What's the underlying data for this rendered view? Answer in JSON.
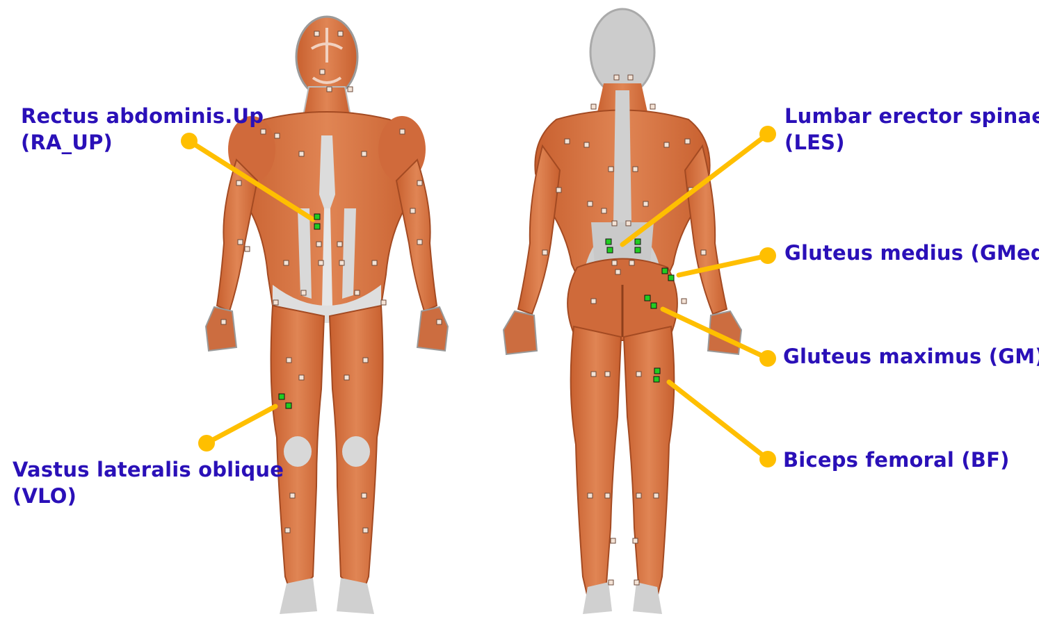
{
  "colors": {
    "label_text": "#2a10b8",
    "leader_line": "#ffbf00",
    "muscle": "#d9774a",
    "muscle_dark": "#b5532c",
    "tendon": "#d6d6d6",
    "electrode_active": "#22cc22",
    "electrode_inactive": "#f4e3d6"
  },
  "labels": {
    "ra_up": {
      "line1": "Rectus abdominis.Up",
      "line2": "(RA_UP)"
    },
    "vlo": {
      "line1": "Vastus lateralis oblique",
      "line2": "(VLO)"
    },
    "les": {
      "line1": "Lumbar erector spinae",
      "line2": "(LES)"
    },
    "gmed": {
      "line1": "Gluteus medius (GMed)"
    },
    "gm": {
      "line1": "Gluteus maximus (GM)"
    },
    "bf": {
      "line1": "Biceps femoral (BF)"
    }
  },
  "views": [
    "anterior",
    "posterior"
  ],
  "icons": {
    "leader_dot": "circle",
    "electrode": "square"
  }
}
